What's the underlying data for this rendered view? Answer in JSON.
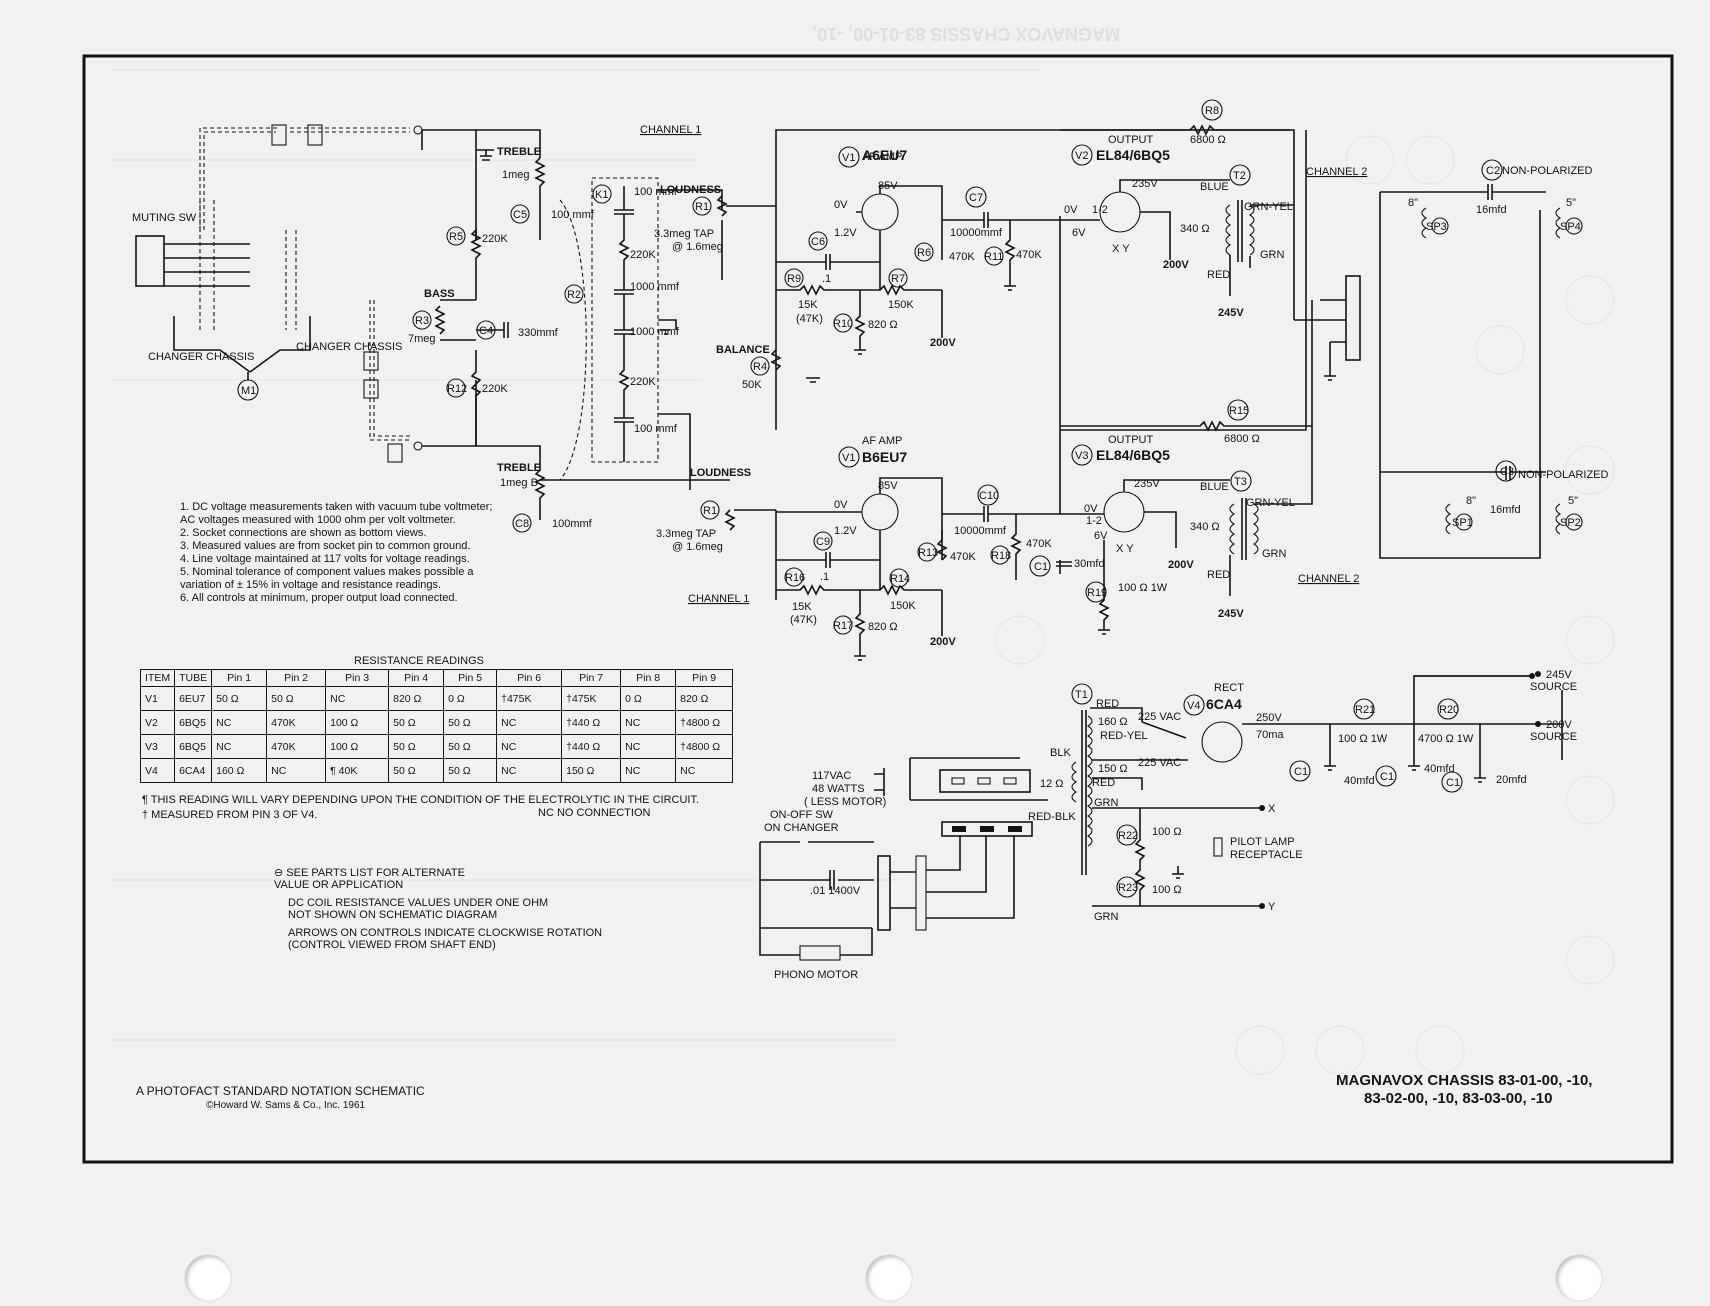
{
  "header_bleed": "MAGNAVOX CHASSIS 83-01-00, -10,",
  "title": {
    "line1": "MAGNAVOX CHASSIS 83-01-00, -10,",
    "line2": "83-02-00, -10, 83-03-00, -10"
  },
  "footer": {
    "notation": "A PHOTOFACT STANDARD NOTATION SCHEMATIC",
    "copyright": "©Howard W. Sams & Co., Inc. 1961"
  },
  "notes": [
    "1.  DC voltage measurements taken with vacuum tube voltmeter;",
    "     AC voltages measured with 1000 ohm per volt voltmeter.",
    "2.  Socket connections are shown as bottom views.",
    "3.  Measured values are from socket pin to common ground.",
    "4.  Line voltage maintained at 117 volts for voltage readings.",
    "5.  Nominal tolerance of component values makes possible a",
    "     variation of ± 15% in voltage and resistance readings.",
    "6.  All controls at minimum, proper output load connected."
  ],
  "legend": [
    "⊖ SEE PARTS LIST FOR ALTERNATE",
    "    VALUE OR APPLICATION",
    "DC COIL RESISTANCE VALUES UNDER ONE OHM",
    "NOT SHOWN ON SCHEMATIC DIAGRAM",
    "ARROWS ON CONTROLS INDICATE CLOCKWISE ROTATION",
    "    (CONTROL VIEWED FROM SHAFT END)"
  ],
  "resistance_table": {
    "title": "RESISTANCE READINGS",
    "headers": [
      "ITEM",
      "TUBE",
      "Pin 1",
      "Pin 2",
      "Pin 3",
      "Pin 4",
      "Pin 5",
      "Pin 6",
      "Pin 7",
      "Pin 8",
      "Pin 9"
    ],
    "rows": [
      [
        "V1",
        "6EU7",
        "50 Ω",
        "50 Ω",
        "NC",
        "820 Ω",
        "0 Ω",
        "†475K",
        "†475K",
        "0 Ω",
        "820 Ω"
      ],
      [
        "V2",
        "6BQ5",
        "NC",
        "470K",
        "100 Ω",
        "50 Ω",
        "50 Ω",
        "NC",
        "†440 Ω",
        "NC",
        "†4800 Ω"
      ],
      [
        "V3",
        "6BQ5",
        "NC",
        "470K",
        "100 Ω",
        "50 Ω",
        "50 Ω",
        "NC",
        "†440 Ω",
        "NC",
        "†4800 Ω"
      ],
      [
        "V4",
        "6CA4",
        "160 Ω",
        "NC",
        "¶ 40K",
        "50 Ω",
        "50 Ω",
        "NC",
        "150 Ω",
        "NC",
        "NC"
      ]
    ],
    "footnote1": "¶  THIS READING WILL VARY DEPENDING UPON THE CONDITION OF THE ELECTROLYTIC IN THE CIRCUIT.",
    "footnote2": "†  MEASURED FROM PIN 3 OF V4.",
    "nc_note": "NC   NO CONNECTION"
  },
  "schematic": {
    "muting_sw": "MUTING SW",
    "changer_chassis": "CHANGER CHASSIS",
    "m1": "M1",
    "channel1": "CHANNEL 1",
    "channel2": "CHANNEL 2",
    "treble": "TREBLE",
    "treble_a_val": "1meg",
    "treble_b_val": "1meg B",
    "bass": "BASS",
    "bass_val": "7meg",
    "r3": "R3",
    "r4": "R4",
    "r5": "R5",
    "r5_val": "220K",
    "r12": "R12",
    "r12_val": "220K",
    "c4": "C4",
    "c4_val": "330mmf",
    "c5": "C5",
    "c5_val": "100 mmf",
    "c8": "C8",
    "c8_val": "100mmf",
    "k1": "K1",
    "k1_caps": [
      "100 mmf",
      "220K",
      "1000 mmf",
      "1000 mmf",
      "220K",
      "100 mmf"
    ],
    "r2": "R2",
    "loudness": "LOUDNESS",
    "loud_tap": "3.3meg TAP",
    "loud_tap2": "@ 1.6meg",
    "r1a": "R1",
    "r1b": "R1",
    "balance": "BALANCE",
    "balance_val": "50K",
    "af_amp": "AF AMP",
    "v1a": "V1",
    "v1a_type": "A6EU7",
    "v1b": "V1",
    "v1b_type": "B6EU7",
    "v85": "85V",
    "v0": "0V",
    "v12": "1.2V",
    "c6": "C6",
    "c6_val": ".1",
    "c9": "C9",
    "c9_val": ".1",
    "r9": "R9",
    "r9_val": "15K",
    "r9_alt": "(47K)",
    "r16": "R16",
    "r16_val": "15K",
    "r16_alt": "(47K)",
    "r7": "R7",
    "r7_val": "150K",
    "r14": "R14",
    "r14_val": "150K",
    "r10": "R10",
    "r10_val": "820 Ω",
    "r17": "R17",
    "r17_val": "820 Ω",
    "v200": "200V",
    "c7": "C7",
    "c7_val": "10000mmf",
    "c10": "C10",
    "c10_val": "10000mmf",
    "r6": "R6",
    "r6_val": "470K",
    "r11": "R11",
    "r11_val": "470K",
    "r13": "R13",
    "r13_val": "470K",
    "r18": "R18",
    "r18_val": "470K",
    "output": "OUTPUT",
    "v2": "V2",
    "v2_type": "EL84/6BQ5",
    "v3": "V3",
    "v3_type": "EL84/6BQ5",
    "v235": "235V",
    "v6": "6V",
    "v12b": "1-2",
    "xy": "X Y",
    "r8": "R8",
    "r8_val": "6800 Ω",
    "r15": "R15",
    "r15_val": "6800 Ω",
    "t2": "T2",
    "t3": "T3",
    "blue": "BLUE",
    "grn_yel": "GRN-YEL",
    "grn": "GRN",
    "red": "RED",
    "ohm340": "340 Ω",
    "v245": "245V",
    "c1": "C1",
    "c1_val": "30mfd",
    "r19": "R19",
    "r19_val": "100 Ω 1W",
    "c2": "C2",
    "c3": "C3",
    "non_polarized": "NON-POLARIZED",
    "mfd16": "16mfd",
    "sp8": "8\"",
    "sp5": "5\"",
    "sp1": "SP1",
    "sp2": "SP2",
    "sp3": "SP3",
    "sp4": "SP4",
    "t1": "T1",
    "t1_red": "RED",
    "t1_redyel": "RED-YEL",
    "ohm160": "160 Ω",
    "ohm150": "150 Ω",
    "vac225": "225 VAC",
    "blk": "BLK",
    "red_blk": "RED-BLK",
    "ohm12": "12 Ω",
    "rect": "RECT",
    "v4": "V4",
    "v4_type": "6CA4",
    "v250": "250V",
    "ma70": "70ma",
    "r21": "R21",
    "r21_val": "100 Ω 1W",
    "r20": "R20",
    "r20_val": "4700 Ω 1W",
    "c1a_val": "40mfd",
    "c1b_val": "40mfd",
    "c1c_val": "20mfd",
    "src245": "245V",
    "src200": "200V",
    "source": "SOURCE",
    "ac_in": "117VAC",
    "watts": "48 WATTS",
    "less_motor": "( LESS MOTOR)",
    "on_off": "ON-OFF SW",
    "on_changer": "ON CHANGER",
    "cap_01": ".01 1400V",
    "phono_motor": "PHONO MOTOR",
    "r22": "R22",
    "r22_val": "100 Ω",
    "r23": "R23",
    "r23_val": "100 Ω",
    "pilot": "PILOT LAMP",
    "receptacle": "RECEPTACLE",
    "x": "X",
    "y": "Y"
  }
}
